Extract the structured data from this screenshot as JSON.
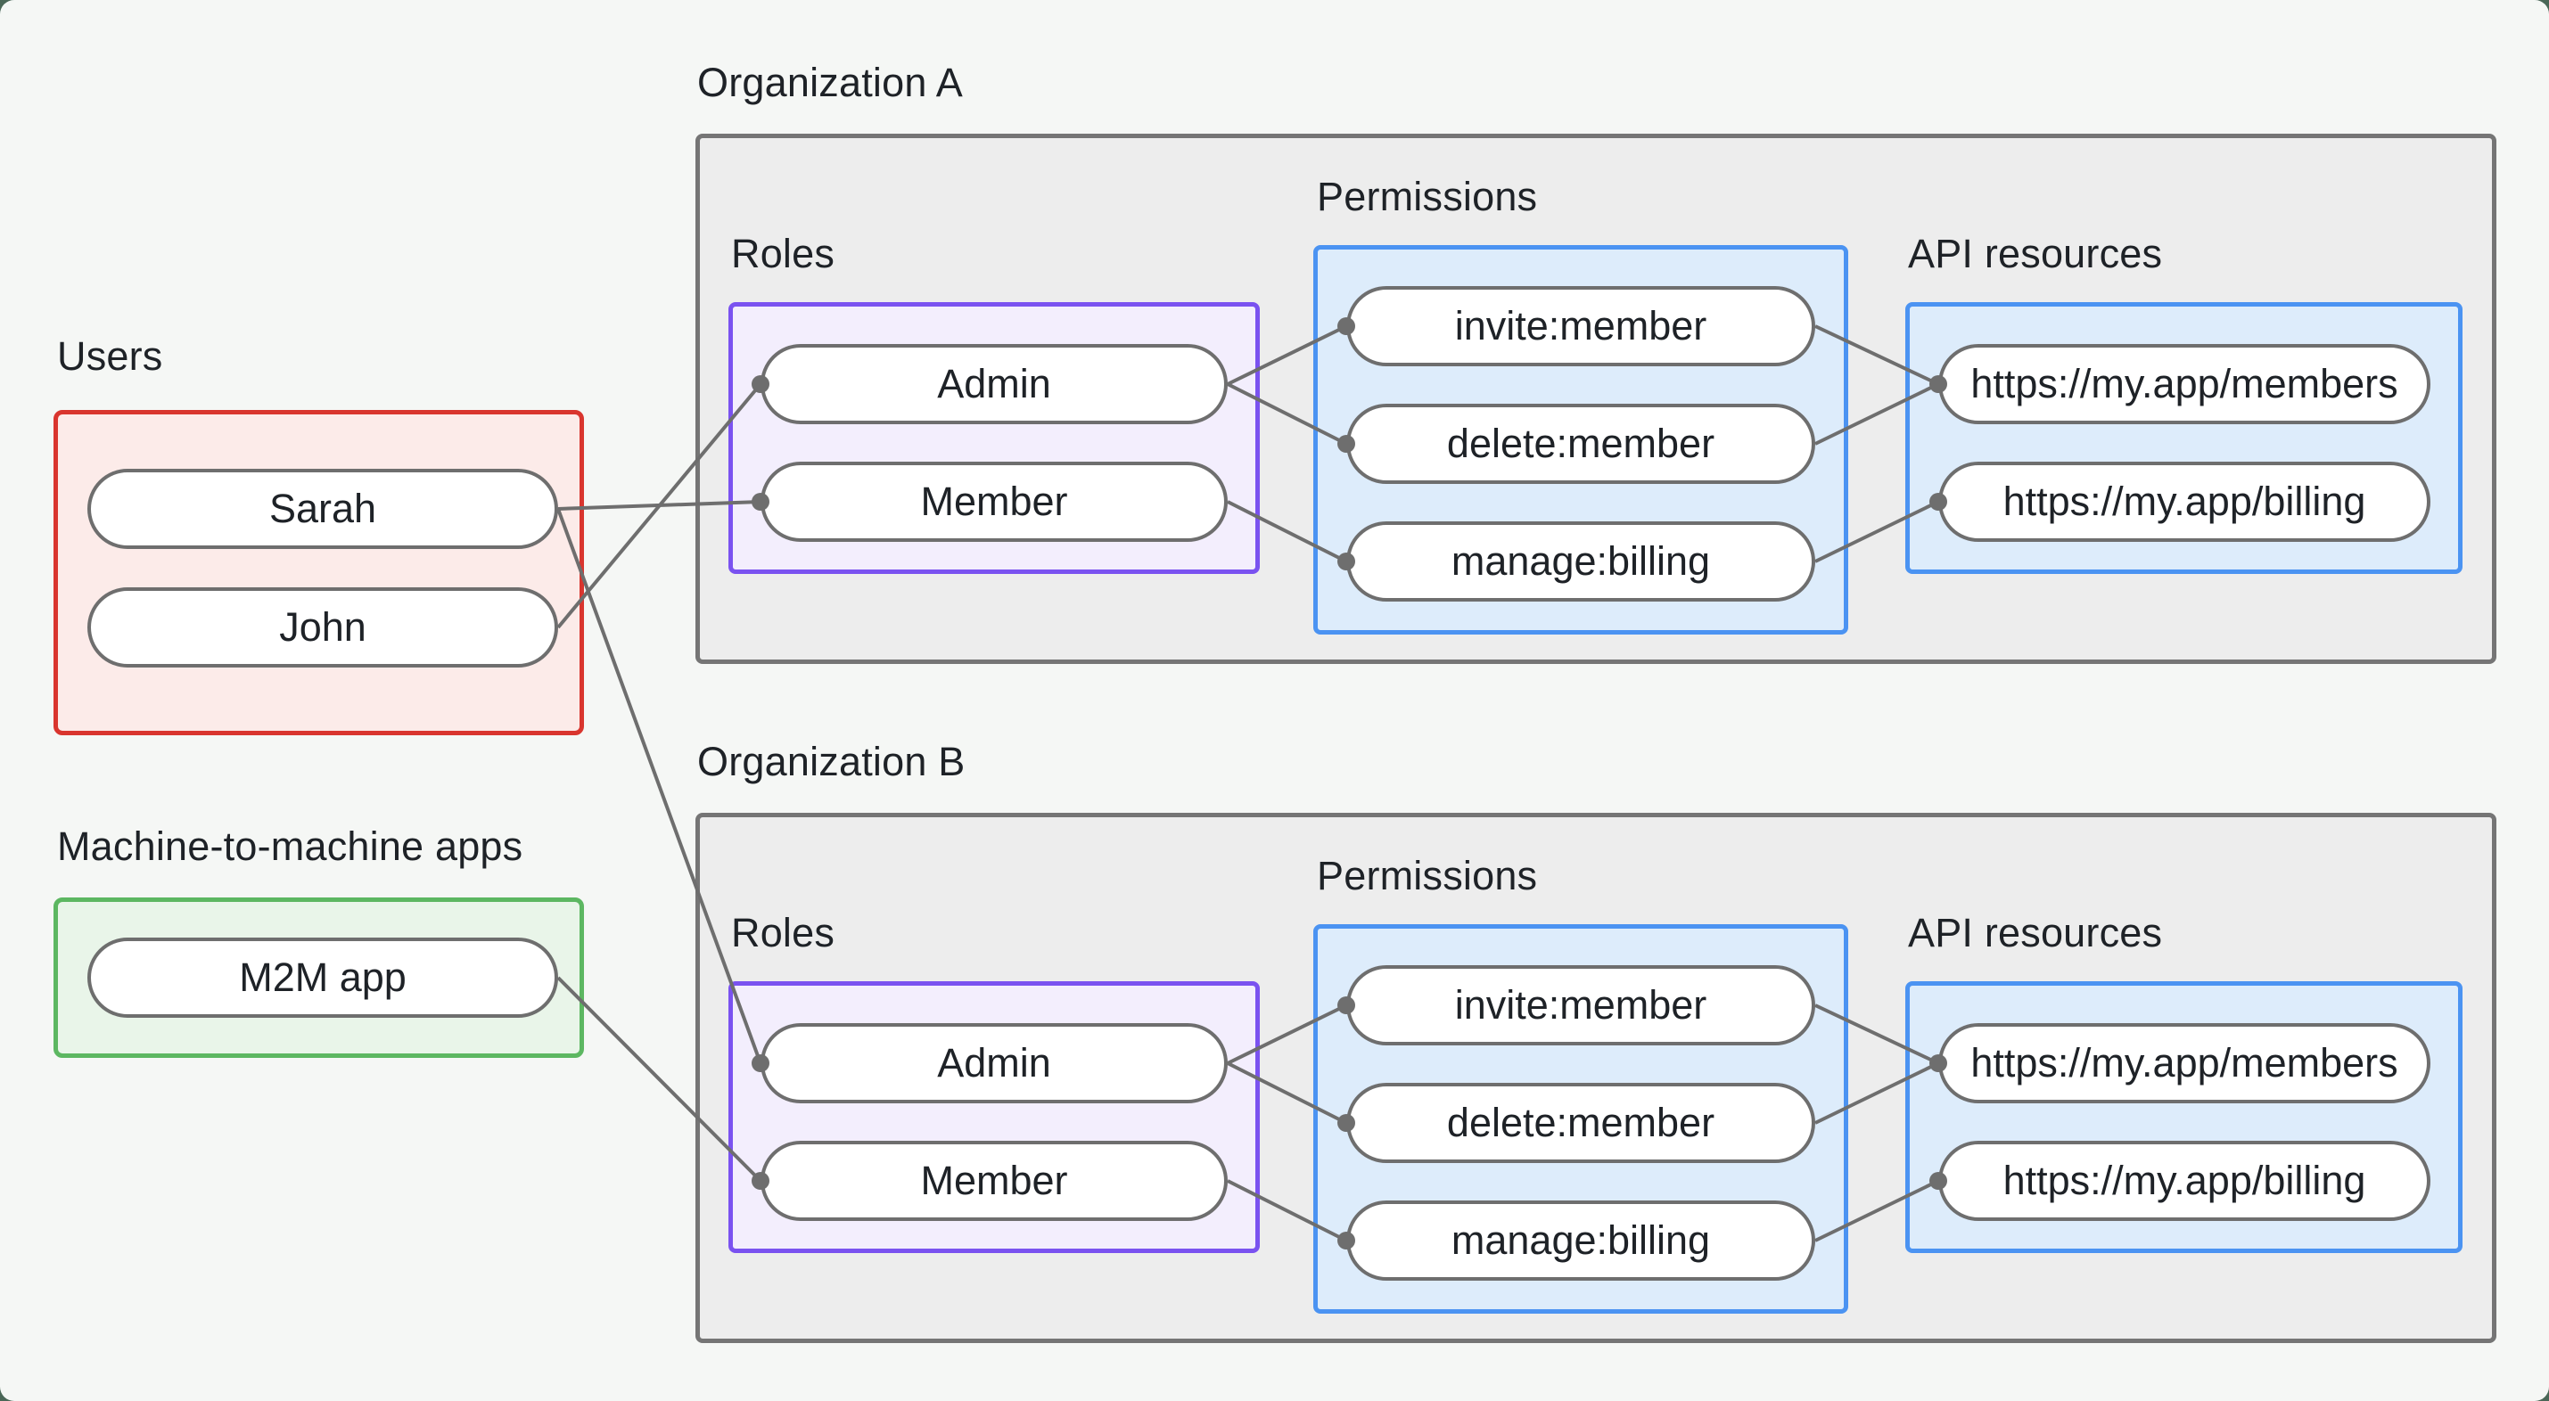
{
  "colors": {
    "surface": "#f5f7f5",
    "backdrop": "#4a6757",
    "users_border": "#d9352e",
    "users_fill": "#fcebe9",
    "m2m_border": "#5cb761",
    "m2m_fill": "#e9f5e9",
    "org_border": "#757575",
    "org_fill": "#ededed",
    "roles_border": "#7a52f0",
    "roles_fill": "#f3eefd",
    "blue_border": "#4b93f2",
    "blue_fill": "#ddecfb",
    "node_border": "#6e6e6e",
    "edge": "#6e6e6e",
    "text": "#1e2227"
  },
  "users": {
    "label": "Users",
    "items": [
      {
        "label": "Sarah"
      },
      {
        "label": "John"
      }
    ]
  },
  "m2m": {
    "label": "Machine-to-machine apps",
    "items": [
      {
        "label": "M2M app"
      }
    ]
  },
  "orgs": [
    {
      "label": "Organization A",
      "sections": {
        "roles": {
          "label": "Roles",
          "items": [
            {
              "label": "Admin"
            },
            {
              "label": "Member"
            }
          ]
        },
        "permissions": {
          "label": "Permissions",
          "items": [
            {
              "label": "invite:member"
            },
            {
              "label": "delete:member"
            },
            {
              "label": "manage:billing"
            }
          ]
        },
        "api_resources": {
          "label": "API resources",
          "items": [
            {
              "label": "https://my.app/members"
            },
            {
              "label": "https://my.app/billing"
            }
          ]
        }
      }
    },
    {
      "label": "Organization B",
      "sections": {
        "roles": {
          "label": "Roles",
          "items": [
            {
              "label": "Admin"
            },
            {
              "label": "Member"
            }
          ]
        },
        "permissions": {
          "label": "Permissions",
          "items": [
            {
              "label": "invite:member"
            },
            {
              "label": "delete:member"
            },
            {
              "label": "manage:billing"
            }
          ]
        },
        "api_resources": {
          "label": "API resources",
          "items": [
            {
              "label": "https://my.app/members"
            },
            {
              "label": "https://my.app/billing"
            }
          ]
        }
      }
    }
  ],
  "edges": [
    {
      "from": "users.sarah",
      "to": "org-a.roles.member"
    },
    {
      "from": "users.john",
      "to": "org-a.roles.admin"
    },
    {
      "from": "users.sarah",
      "to": "org-b.roles.admin"
    },
    {
      "from": "m2m.m2m-app",
      "to": "org-b.roles.member"
    },
    {
      "from": "org-a.roles.admin",
      "to": "org-a.permissions.invite:member"
    },
    {
      "from": "org-a.roles.admin",
      "to": "org-a.permissions.delete:member"
    },
    {
      "from": "org-a.roles.member",
      "to": "org-a.permissions.manage:billing"
    },
    {
      "from": "org-a.permissions.invite:member",
      "to": "org-a.api.https://my.app/members"
    },
    {
      "from": "org-a.permissions.delete:member",
      "to": "org-a.api.https://my.app/members"
    },
    {
      "from": "org-a.permissions.manage:billing",
      "to": "org-a.api.https://my.app/billing"
    },
    {
      "from": "org-b.roles.admin",
      "to": "org-b.permissions.invite:member"
    },
    {
      "from": "org-b.roles.admin",
      "to": "org-b.permissions.delete:member"
    },
    {
      "from": "org-b.roles.member",
      "to": "org-b.permissions.manage:billing"
    },
    {
      "from": "org-b.permissions.invite:member",
      "to": "org-b.api.https://my.app/members"
    },
    {
      "from": "org-b.permissions.delete:member",
      "to": "org-b.api.https://my.app/members"
    },
    {
      "from": "org-b.permissions.manage:billing",
      "to": "org-b.api.https://my.app/billing"
    }
  ]
}
